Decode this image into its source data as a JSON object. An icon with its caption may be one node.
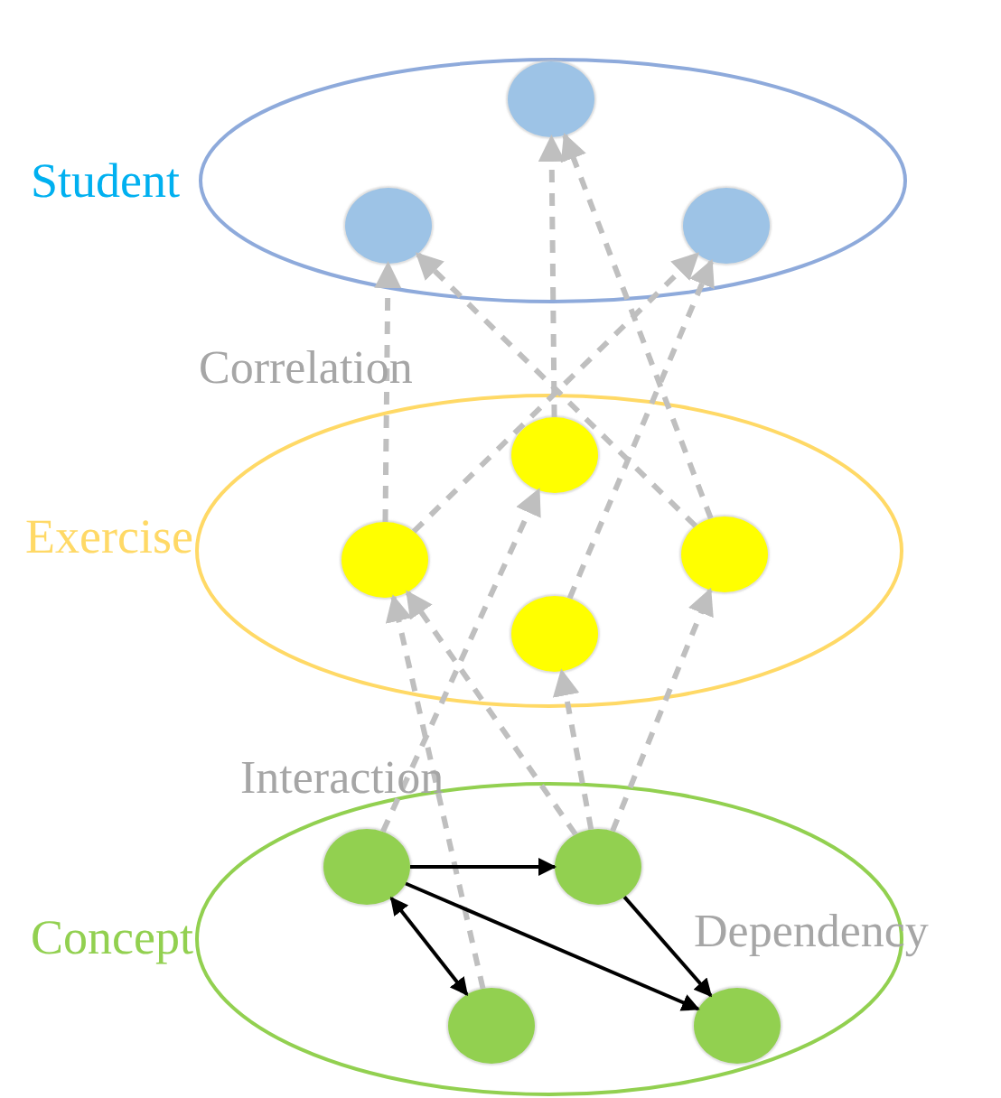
{
  "diagram": {
    "nodes": [
      {
        "text": [
          "Student"
        ]
      },
      {
        "text": [],
        "shape": "circle",
        "in": 0
      },
      {
        "text": [],
        "shape": "circle",
        "in": 0
      },
      {
        "text": [],
        "shape": "circle",
        "in": 0
      },
      {
        "text": [
          "Exercise"
        ]
      },
      {
        "text": [],
        "shape": "circle",
        "in": 4
      },
      {
        "text": [],
        "shape": "circle",
        "in": 4
      },
      {
        "text": [],
        "shape": "circle",
        "in": 4
      },
      {
        "text": [],
        "shape": "circle",
        "in": 4
      },
      {
        "text": [
          "Concept"
        ]
      },
      {
        "text": [],
        "shape": "circle",
        "in": 9
      },
      {
        "text": [],
        "shape": "circle",
        "in": 9
      },
      {
        "text": [],
        "shape": "circle",
        "in": 9
      },
      {
        "text": [],
        "shape": "circle",
        "in": 9
      }
    ],
    "edges": [
      {
        "from": 6,
        "to": 2,
        "arrow": "to",
        "style": "dashed",
        "color": "#bfbfbf"
      },
      {
        "from": 7,
        "to": 2,
        "arrow": "to",
        "style": "dashed",
        "color": "#bfbfbf"
      },
      {
        "from": 5,
        "to": 1,
        "arrow": "to",
        "style": "dashed",
        "color": "#bfbfbf"
      },
      {
        "from": 7,
        "to": 1,
        "arrow": "to",
        "style": "dashed",
        "color": "#bfbfbf"
      },
      {
        "from": 6,
        "to": 3,
        "arrow": "to",
        "style": "dashed",
        "color": "#bfbfbf"
      },
      {
        "from": 8,
        "to": 3,
        "arrow": "to",
        "style": "dashed",
        "color": "#bfbfbf"
      },
      {
        "from": 12,
        "to": 6,
        "arrow": "to",
        "style": "dashed",
        "color": "#bfbfbf"
      },
      {
        "from": 11,
        "to": 6,
        "arrow": "to",
        "style": "dashed",
        "color": "#bfbfbf"
      },
      {
        "from": 10,
        "to": 5,
        "arrow": "to",
        "style": "dashed",
        "color": "#bfbfbf"
      },
      {
        "from": 11,
        "to": 8,
        "arrow": "to",
        "style": "dashed",
        "color": "#bfbfbf"
      },
      {
        "from": 11,
        "to": 7,
        "arrow": "to",
        "style": "dashed",
        "color": "#bfbfbf"
      },
      {
        "from": 10,
        "to": 11,
        "arrow": "to",
        "color": "#000000"
      },
      {
        "from": 10,
        "to": 12,
        "arrow": "both",
        "color": "#000000"
      },
      {
        "from": 10,
        "to": 13,
        "arrow": "to",
        "color": "#000000"
      },
      {
        "from": 11,
        "to": 13,
        "arrow": "to",
        "color": "#000000"
      }
    ],
    "labels": [
      "Correlation",
      "Interaction",
      "Dependency"
    ]
  }
}
